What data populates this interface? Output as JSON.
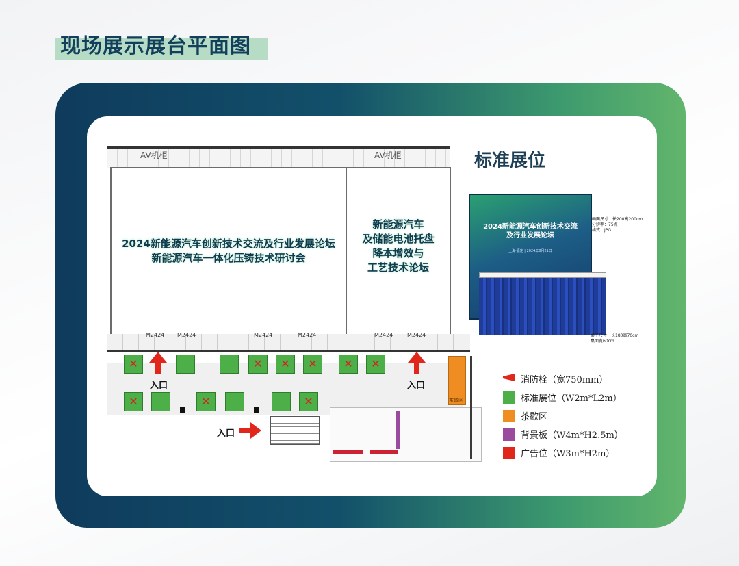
{
  "page_title": "现场展示展台平面图",
  "section_title": "标准展位",
  "halls": [
    {
      "lines": [
        "2024新能源汽车创新技术交流及行业发展论坛",
        "新能源汽车一体化压铸技术研讨会"
      ]
    },
    {
      "lines": [
        "新能源汽车",
        "及储能电池托盘",
        "降本增效与",
        "工艺技术论坛"
      ]
    }
  ],
  "entrance_label": "入口",
  "av_labels": [
    "AV机柜",
    "AV机柜"
  ],
  "door_labels": [
    "M2424",
    "M2424",
    "M2424",
    "M2424",
    "M2424",
    "M2424"
  ],
  "tea_label": "茶歇区",
  "backdrop": {
    "title_lines": [
      "2024新能源汽车创新技术交流",
      "及行业发展论坛"
    ],
    "date": "上海·嘉定 | 2024年8月21日",
    "specs": [
      "画面尺寸：长200高200cm",
      "分辨率：75点",
      "格式：JPG"
    ]
  },
  "table_specs": [
    "桌子尺寸：长180高70cm",
    "桌面宽60cm"
  ],
  "legend": [
    {
      "shape": "flag",
      "color": "#e1261c",
      "label": "消防栓（宽750mm）"
    },
    {
      "shape": "square",
      "color": "#4caf48",
      "label": "标准展位（W2m*L2m）"
    },
    {
      "shape": "square",
      "color": "#ef8c22",
      "label": "茶歇区"
    },
    {
      "shape": "square",
      "color": "#9a4b9e",
      "label": "背景板（W4m*H2.5m）"
    },
    {
      "shape": "square",
      "color": "#e1261c",
      "label": "广告位（W3m*H2m）"
    }
  ],
  "booths": {
    "row1": [
      true,
      false,
      false,
      true,
      true,
      true,
      true,
      true
    ],
    "row2": [
      true,
      false,
      true,
      false,
      false,
      true
    ]
  },
  "colors": {
    "frame_dark": "#0f3b5c",
    "frame_green": "#62b56c",
    "title_bar": "#b7dcc5",
    "booth": "#4caf48",
    "mark": "#e1261c"
  }
}
